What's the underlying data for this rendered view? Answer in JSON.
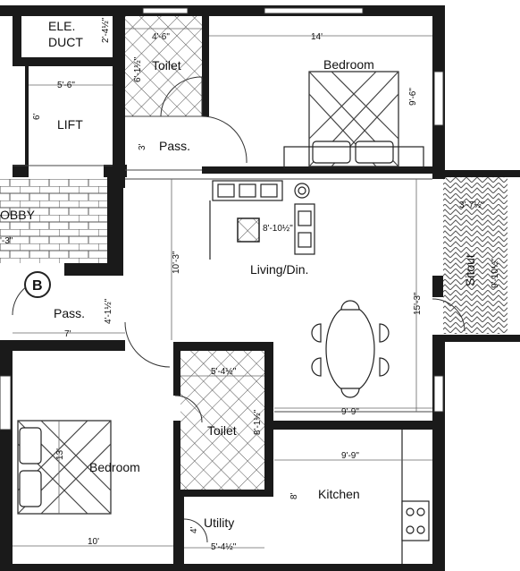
{
  "rooms": {
    "ele_duct": [
      "ELE.",
      "DUCT"
    ],
    "toilet_top": "Toilet",
    "bedroom_top": "Bedroom",
    "lift": "LIFT",
    "pass_top": "Pass.",
    "lobby": "OBBY",
    "living": "Living/Din.",
    "sitout": "Sitout",
    "block_marker": "B",
    "pass_left": "Pass.",
    "toilet_mid": "Toilet",
    "bedroom_bottom": "Bedroom",
    "kitchen": "Kitchen",
    "utility": "Utility"
  },
  "dimensions": {
    "ele_duct_height": "2'-4½\"",
    "toilet_top_width": "4'-6\"",
    "toilet_top_height": "6'-1½\"",
    "bedroom_top_width": "14'",
    "bedroom_top_height": "9'-6\"",
    "lift_width": "5'-6\"",
    "lift_height": "6'",
    "pass_top_height": "3'",
    "living_table": "8'-10½\"",
    "sitout_width": "3'-7½\"",
    "sitout_height": "9'-10½\"",
    "lobby_width": "'-3\"",
    "living_height": "10'-3\"",
    "living_right_height": "15'-3\"",
    "pass_left_width": "7'",
    "pass_left_height": "4'-1½\"",
    "toilet_mid_width": "5'-4½\"",
    "toilet_mid_height": "8'-1½\"",
    "dining_width": "9'-9\"",
    "bedroom_bottom_height": "13'",
    "kitchen_width": "9'-9\"",
    "kitchen_height": "8'",
    "utility_height": "4'",
    "utility_width": "5'-4½\"",
    "bedroom_bottom_width": "10'"
  }
}
